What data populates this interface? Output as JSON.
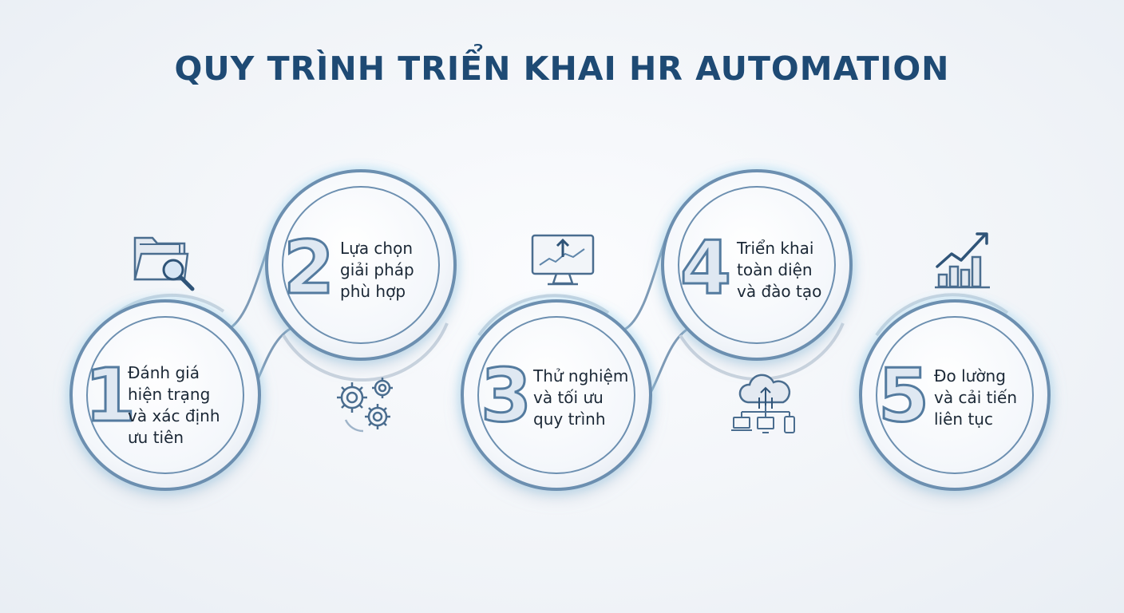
{
  "title": "QUY TRÌNH TRIỂN KHAI HR AUTOMATION",
  "steps": [
    {
      "number": "1",
      "label": "Đánh giá\nhiện trạng\nvà xác định\nưu tiên",
      "icon": "folder-search-icon"
    },
    {
      "number": "2",
      "label": "Lựa chọn\ngiải pháp\nphù hợp",
      "icon": "gears-icon"
    },
    {
      "number": "3",
      "label": "Thử nghiệm\nvà tối ưu\nquy trình",
      "icon": "monitor-chart-icon"
    },
    {
      "number": "4",
      "label": "Triển khai\ntoàn diện\nvà đào tạo",
      "icon": "cloud-network-icon"
    },
    {
      "number": "5",
      "label": "Đo lường\nvà cải tiến\nliên tục",
      "icon": "bar-chart-growth-icon"
    }
  ],
  "colors": {
    "title": "#1e4a74",
    "ring": "#5f86aa",
    "glow": "#7fd3f5",
    "number_fill": "#dfe8f2",
    "number_stroke": "#547b9f"
  }
}
